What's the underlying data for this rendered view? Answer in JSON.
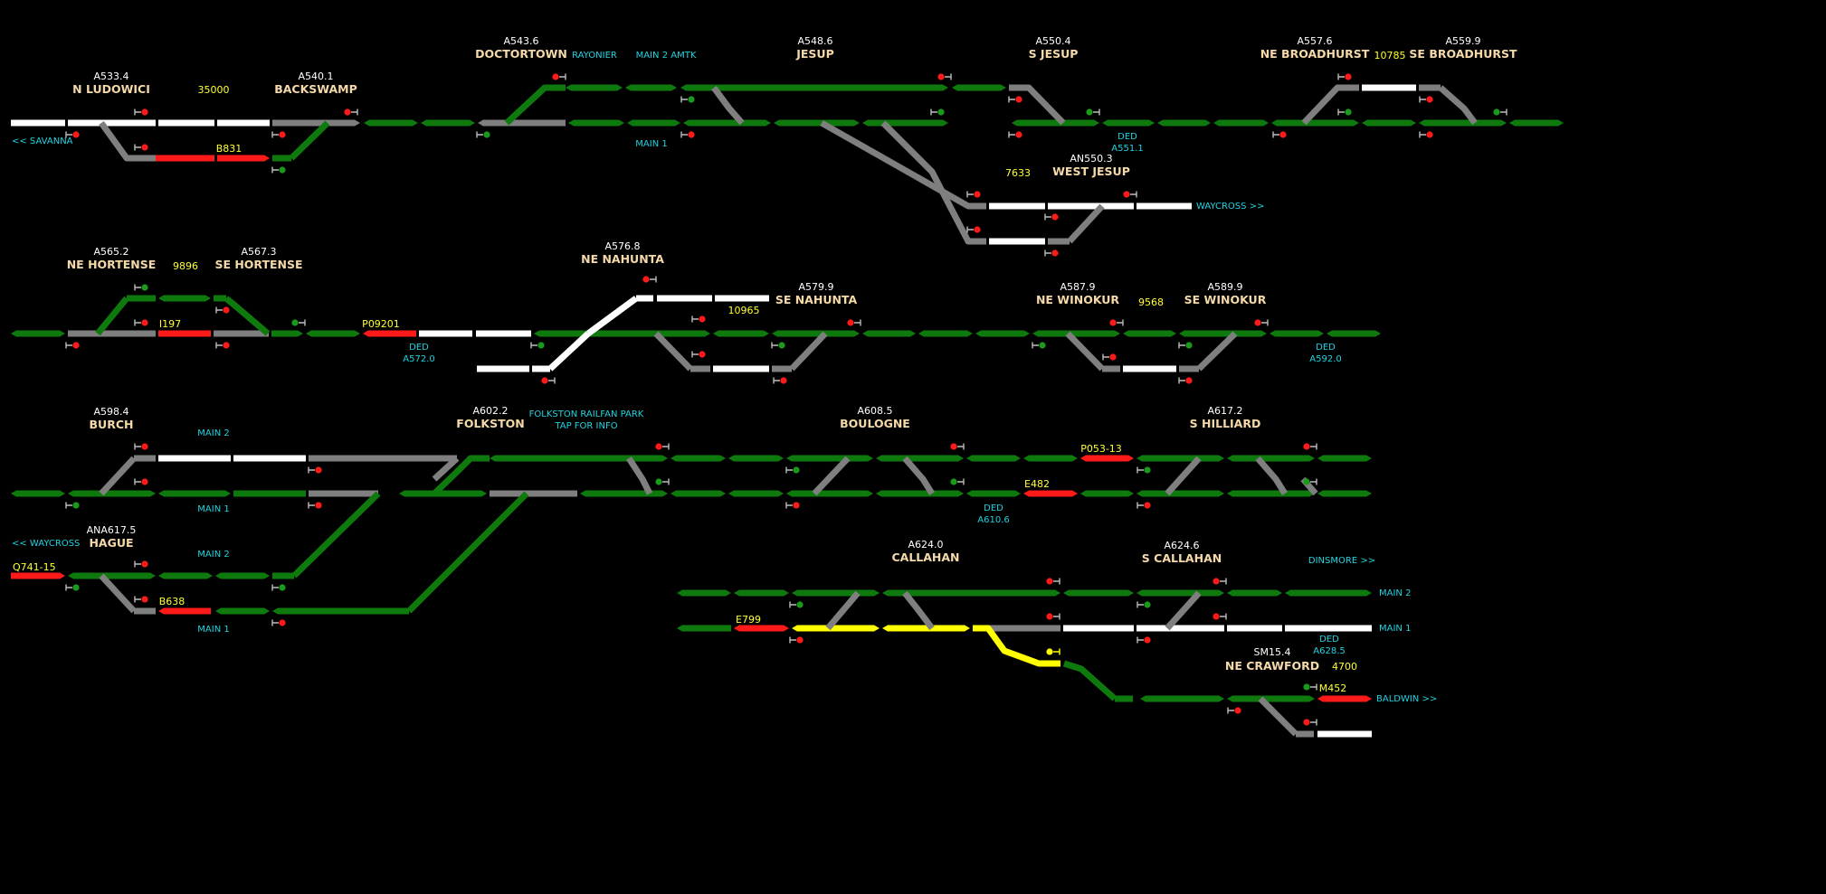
{
  "colors": {
    "occupied": "#ff1a1a",
    "routed": "#0e7a0e",
    "unlocked": "#ffffff",
    "idle": "#7f7f7f",
    "caution": "#ffff00",
    "signal_stop": "#ff1a1a",
    "signal_clear": "#1a9a1a",
    "station_label": "#f5d9a8",
    "track_label": "#22d3e0",
    "train_label": "#ffff33"
  },
  "mileposts": {
    "n_ludowici": "A533.4",
    "backswamp": "A540.1",
    "doctortown": "A543.6",
    "jesup": "A548.6",
    "s_jesup": "A550.4",
    "ne_broadhurst": "A557.6",
    "se_broadhurst": "A559.9",
    "west_jesup": "AN550.3",
    "ne_hortense": "A565.2",
    "se_hortense": "A567.3",
    "ne_nahunta": "A576.8",
    "se_nahunta": "A579.9",
    "ne_winokur": "A587.9",
    "se_winokur": "A589.9",
    "burch": "A598.4",
    "folkston": "A602.2",
    "boulogne": "A608.5",
    "s_hilliard": "A617.2",
    "hague": "ANA617.5",
    "callahan": "A624.0",
    "s_callahan": "A624.6",
    "ne_crawford": "SM15.4"
  },
  "stations": {
    "n_ludowici": "N LUDOWICI",
    "backswamp": "BACKSWAMP",
    "doctortown": "DOCTORTOWN",
    "jesup": "JESUP",
    "s_jesup": "S JESUP",
    "ne_broadhurst": "NE BROADHURST",
    "se_broadhurst": "SE BROADHURST",
    "west_jesup": "WEST JESUP",
    "ne_hortense": "NE HORTENSE",
    "se_hortense": "SE HORTENSE",
    "ne_nahunta": "NE NAHUNTA",
    "se_nahunta": "SE NAHUNTA",
    "ne_winokur": "NE WINOKUR",
    "se_winokur": "SE WINOKUR",
    "burch": "BURCH",
    "folkston": "FOLKSTON",
    "boulogne": "BOULOGNE",
    "s_hilliard": "S HILLIARD",
    "hague": "HAGUE",
    "callahan": "CALLAHAN",
    "s_callahan": "S CALLAHAN",
    "ne_crawford": "NE CRAWFORD"
  },
  "track_labels": {
    "savanna": "<< SAVANNA",
    "rayonier": "RAYONIER",
    "main2_amtk": "MAIN 2  AMTK",
    "main1_jesup": "MAIN 1",
    "ded_jesup_1": "DED",
    "ded_jesup_2": "A551.1",
    "waycross_east": "WAYCROSS >>",
    "ded_nahunta_1": "DED",
    "ded_nahunta_2": "A572.0",
    "ded_winokur_1": "DED",
    "ded_winokur_2": "A592.0",
    "main2_burch": "MAIN 2",
    "main1_burch": "MAIN 1",
    "railfan_1": "FOLKSTON RAILFAN PARK",
    "railfan_2": "TAP FOR INFO",
    "ded_boulogne_1": "DED",
    "ded_boulogne_2": "A610.6",
    "waycross_west": "<< WAYCROSS",
    "main2_hague": "MAIN 2",
    "main1_hague": "MAIN 1",
    "dinsmore": "DINSMORE >>",
    "main2_callahan": "MAIN 2",
    "main1_callahan": "MAIN 1",
    "ded_callahan_1": "DED",
    "ded_callahan_2": "A628.5",
    "baldwin": "BALDWIN >>"
  },
  "trains": {
    "t35000": "35000",
    "b831": "B831",
    "t10785": "10785",
    "t7633": "7633",
    "t9896": "9896",
    "i197": "I197",
    "p09201": "P09201",
    "t10965": "10965",
    "t9568": "9568",
    "p053": "P053-13",
    "e482": "E482",
    "q741": "Q741-15",
    "b638": "B638",
    "e799": "E799",
    "t4700": "4700",
    "m452": "M452"
  }
}
